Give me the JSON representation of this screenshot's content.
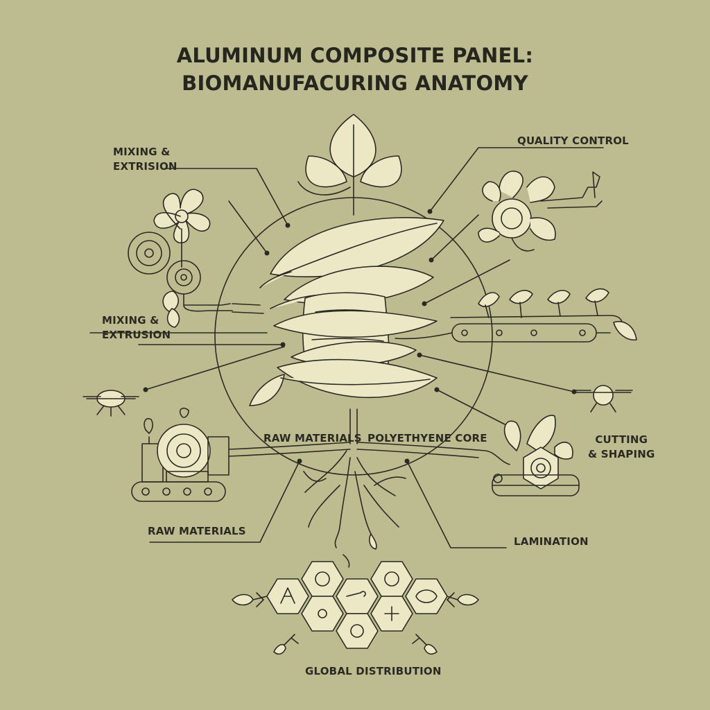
{
  "title": {
    "line1": "ALUMINUM COMPOSITE PANEL:",
    "line2": "BIOMANUFACURING ANATOMY"
  },
  "labels": {
    "mixing_top_1": "MIXING &",
    "mixing_top_2": "EXTRISION",
    "quality_control": "QUALITY CONTROL",
    "mixing_mid_1": "MIXING &",
    "mixing_mid_2": "EXTRUSION",
    "raw_materials_center": "RAW MATERIALS",
    "polyethylene_core": "POLYETHYENE CORE",
    "cutting_1": "CUTTING",
    "cutting_2": "& SHAPING",
    "raw_materials_bottom": "RAW MATERIALS",
    "lamination": "LAMINATION",
    "global_distribution": "GLOBAL DISTRIBUTION"
  },
  "colors": {
    "background": "#bdbc91",
    "ink": "#2a2a22",
    "leaf_fill": "#ece7c5"
  }
}
